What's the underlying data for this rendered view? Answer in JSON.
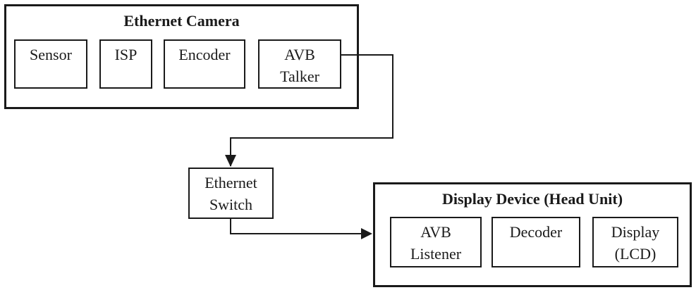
{
  "camera": {
    "title": "Ethernet Camera",
    "blocks": [
      "Sensor",
      "ISP",
      "Encoder",
      "AVB\nTalker"
    ]
  },
  "switch": {
    "label": "Ethernet\nSwitch"
  },
  "display_device": {
    "title": "Display Device (Head Unit)",
    "blocks": [
      "AVB\nListener",
      "Decoder",
      "Display\n(LCD)"
    ]
  },
  "colors": {
    "stroke": "#1a1a1a",
    "background": "#ffffff"
  }
}
